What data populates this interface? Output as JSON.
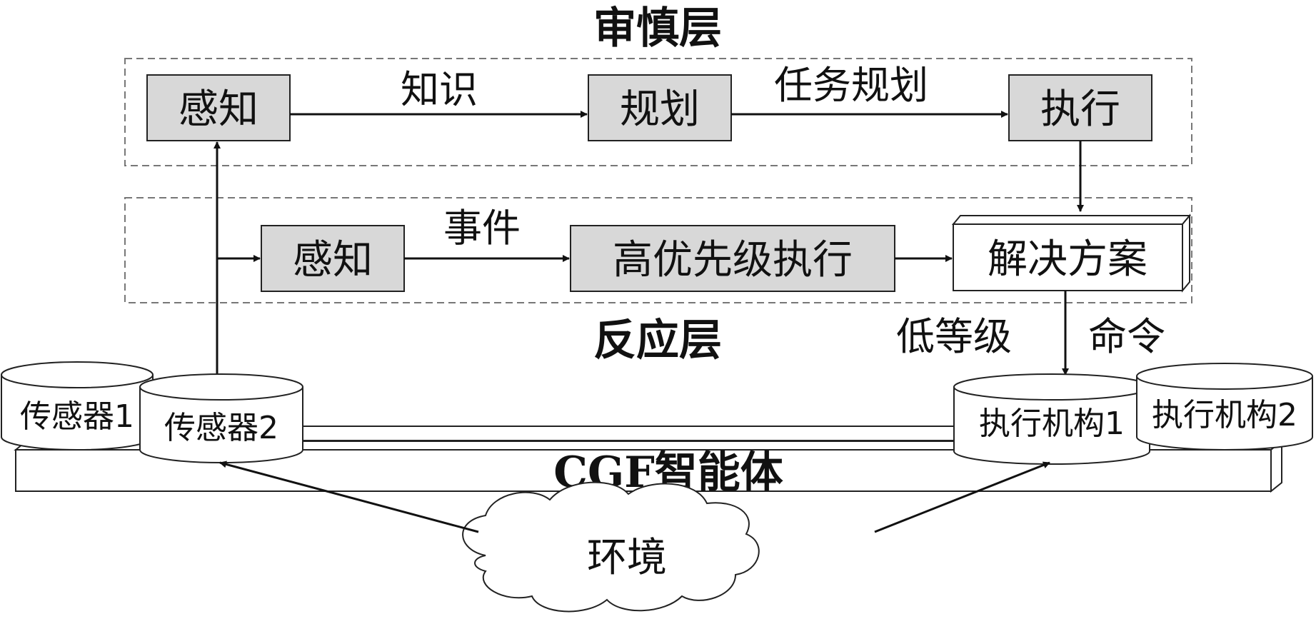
{
  "layers": {
    "deliberative": "审慎层",
    "reactive": "反应层"
  },
  "deliberative": {
    "perceive": "感知",
    "knowledge": "知识",
    "plan": "规划",
    "task_plan": "任务规划",
    "execute": "执行"
  },
  "reactive": {
    "perceive": "感知",
    "event": "事件",
    "high_priority": "高优先级执行",
    "solution": "解决方案"
  },
  "command": {
    "low_level": "低等级",
    "cmd": "命令"
  },
  "agent": {
    "title": "CGF智能体",
    "sensor1": "传感器1",
    "sensor2": "传感器2",
    "actuator1": "执行机构1",
    "actuator2": "执行机构2"
  },
  "environment": "环境"
}
